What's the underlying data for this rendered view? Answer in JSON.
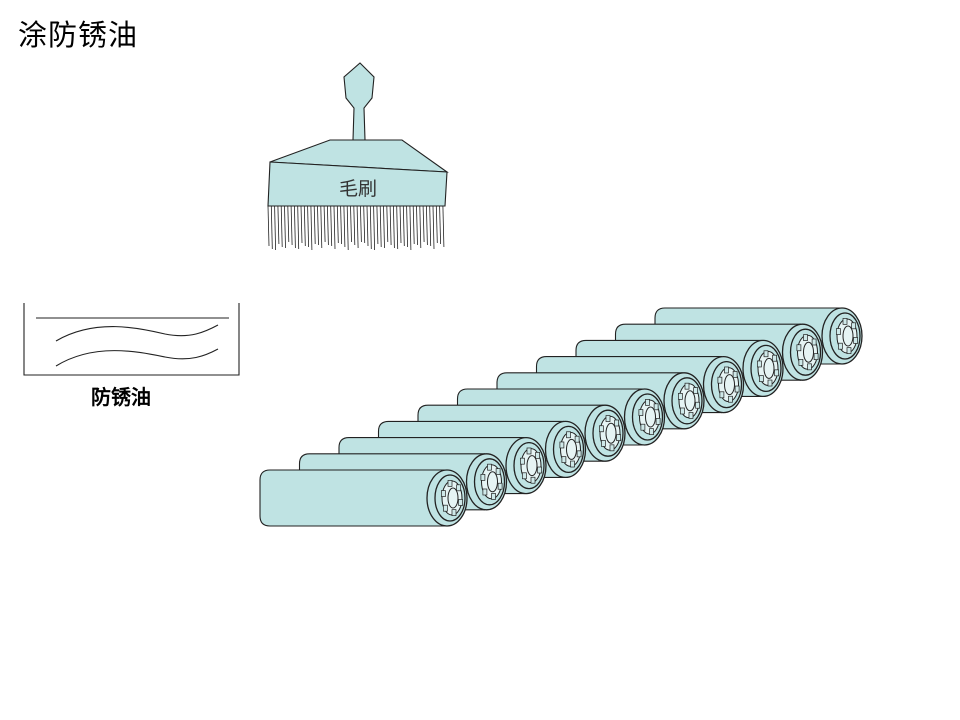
{
  "title": "涂防锈油",
  "brush": {
    "label": "毛刷",
    "icon": "paint-brush-icon"
  },
  "oil_container": {
    "label": "防锈油",
    "icon": "oil-tank-icon"
  },
  "rollers": {
    "icon": "roller-bearing-icon"
  },
  "colors": {
    "fill": "#bfe3e3",
    "stroke": "#222222"
  }
}
